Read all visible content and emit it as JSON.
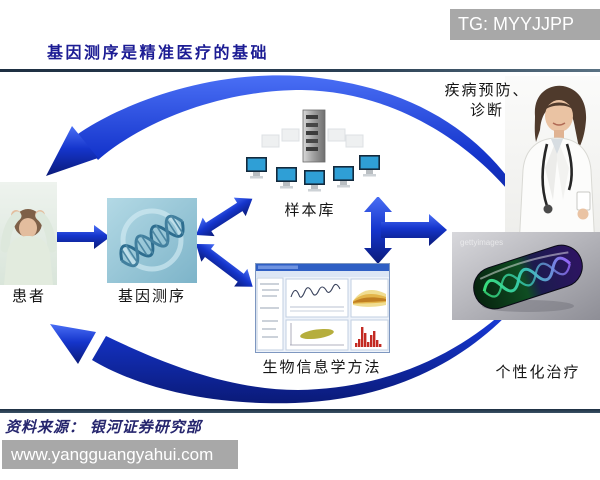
{
  "watermarks": {
    "tg_badge": "TG: MYYJJPP",
    "site_badge": "www.yangguangyahui.com"
  },
  "header": {
    "title": "基因测序是精准医疗的基础"
  },
  "diagram": {
    "nodes": {
      "patient": "患者",
      "sequencing": "基因测序",
      "sample_db": "样本库",
      "bioinformatics": "生物信息学方法",
      "diagnosis_line1": "疾病预防、",
      "diagnosis_line2": "诊断",
      "treatment": "个性化治疗"
    },
    "capsule_watermark": "gettyimages"
  },
  "footer": {
    "source": "资料来源： 银河证券研究部"
  },
  "colors": {
    "arrow_blue": "#1230c0",
    "arrow_blue_light": "#4466ee",
    "title_navy": "#1c1c94",
    "divider_slate": "#2b4054",
    "badge_gray": "#a8a8a8"
  }
}
